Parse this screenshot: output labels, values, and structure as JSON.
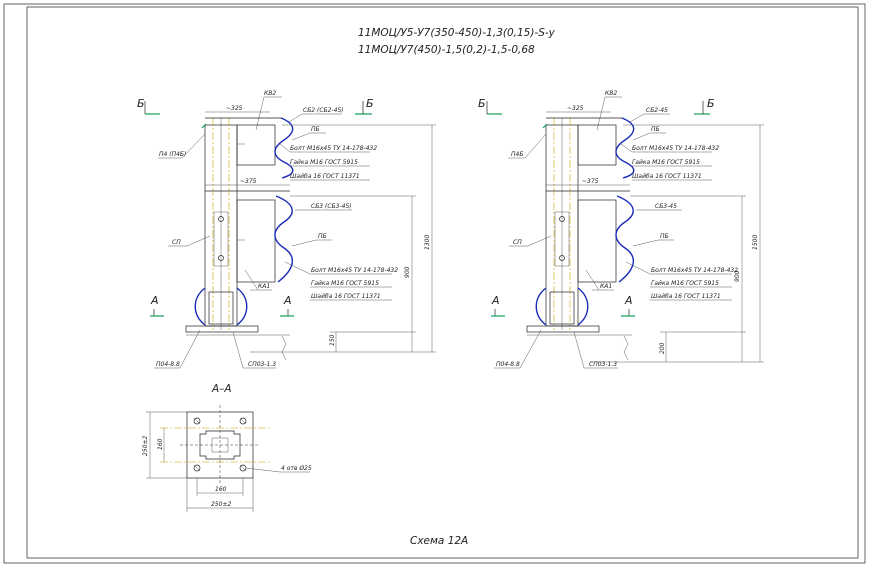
{
  "title": {
    "line1": "11МОЦ/У5-У7(350-450)-1,3(0,15)-S-у",
    "line2": "11МОЦ/У7(450)-1,5(0,2)-1,5-0,68"
  },
  "left_view": {
    "cut_b_left": "Б",
    "cut_b_right": "Б",
    "cut_a_left": "А",
    "cut_a_right": "А",
    "dim_top": "~325",
    "dim_mid": "~375",
    "dim_total": "1300",
    "dim_height": "900",
    "dim_base": "150",
    "label_kv2": "КВ2",
    "label_sb2": "СБ2 (СБ2-45)",
    "label_ts": "ПБ",
    "label_bolt": "Болт М16х45 ТУ 14-178-432",
    "label_nut": "Гайка М16 ГОСТ 5915",
    "label_washer": "Шайба 16 ГОСТ 11371",
    "label_sb3": "СБ3 (СБ3-45)",
    "label_ts2": "ПБ",
    "label_bolt2": "Болт М16х45 ТУ 14-178-432",
    "label_nut2": "Гайка М16 ГОСТ 5915",
    "label_washer2": "Шайба 16 ГОСТ 11371",
    "label_ka1": "КА1",
    "label_st": "СП",
    "label_cap": "П4 (П4Б)",
    "label_base": "П04-8.8",
    "label_kvo": "СП03-1.3"
  },
  "right_view": {
    "cut_b_left": "Б",
    "cut_b_right": "Б",
    "cut_a_left": "А",
    "cut_a_right": "А",
    "dim_top": "~325",
    "dim_mid": "~375",
    "dim_total": "1500",
    "dim_height": "900",
    "dim_base": "200",
    "label_kv2": "КВ2",
    "label_sb2": "СБ2-45",
    "label_ts": "ПБ",
    "label_bolt": "Болт М16х45 ТУ 14-178-432",
    "label_nut": "Гайка М16 ГОСТ 5915",
    "label_washer": "Шайба 16 ГОСТ 11371",
    "label_sb3": "СБ3-45",
    "label_ts2": "ПБ",
    "label_bolt2": "Болт М16х45 ТУ 14-178-432",
    "label_nut2": "Гайка М16 ГОСТ 5915",
    "label_washer2": "Шайба 16 ГОСТ 11371",
    "label_ka1": "КА1",
    "label_st": "СП",
    "label_cap": "П4Б",
    "label_base": "П04-8.8",
    "label_kvo": "СП03-1.3"
  },
  "section": {
    "title": "А–А",
    "dim_total_h": "250±2",
    "dim_inner_h": "160",
    "dim_inner_w": "160",
    "dim_total_w": "250±2",
    "holes_note": "4 отв Ø25"
  },
  "footer": "Схема 12А",
  "colors": {
    "line": "#222222",
    "guardrail": "#1a2bb8",
    "axis": "#c7a200",
    "cut_mark": "#12a05a"
  }
}
